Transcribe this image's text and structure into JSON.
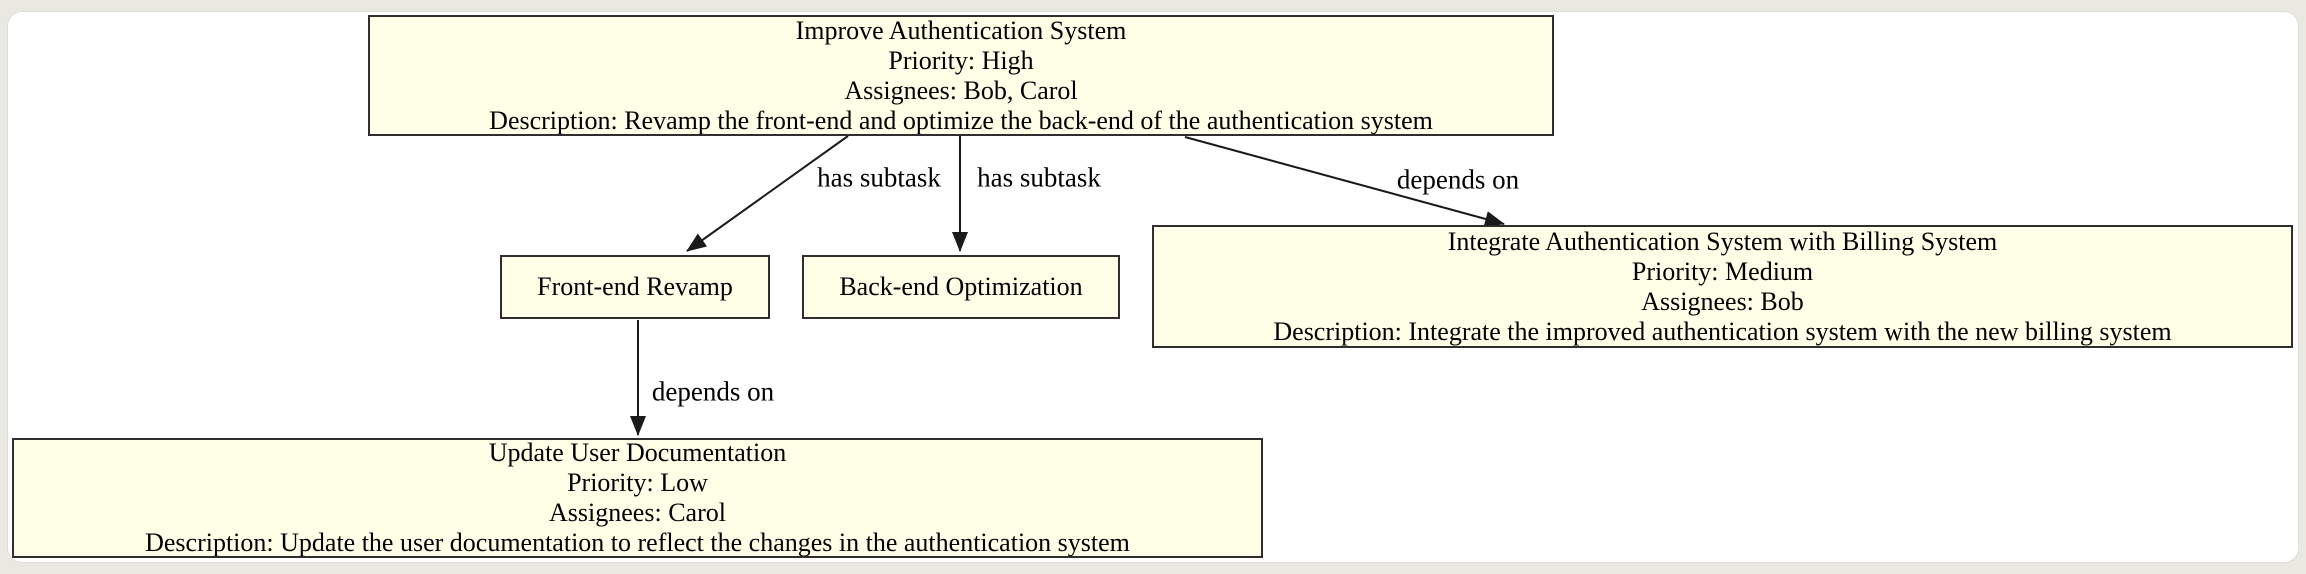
{
  "diagram": {
    "type": "task-dependency-graph",
    "colors": {
      "page_background": "#E9E9E1",
      "canvas_background": "#FFFFFF",
      "node_fill": "#FFFFE8",
      "node_border": "#2E2E2E",
      "edge_stroke": "#1A1A1A",
      "text": "#000000"
    },
    "nodes": [
      {
        "id": "improve-auth",
        "lines": [
          "Improve Authentication System",
          "Priority: High",
          "Assignees: Bob, Carol",
          "Description: Revamp the front-end and optimize the back-end of the authentication system"
        ]
      },
      {
        "id": "frontend-revamp",
        "lines": [
          "Front-end Revamp"
        ]
      },
      {
        "id": "backend-optimization",
        "lines": [
          "Back-end Optimization"
        ]
      },
      {
        "id": "integrate-billing",
        "lines": [
          "Integrate Authentication System with Billing System",
          "Priority: Medium",
          "Assignees: Bob",
          "Description: Integrate the improved authentication system with the new billing system"
        ]
      },
      {
        "id": "update-docs",
        "lines": [
          "Update User Documentation",
          "Priority: Low",
          "Assignees: Carol",
          "Description: Update the user documentation to reflect the changes in the authentication system"
        ]
      }
    ],
    "edges": [
      {
        "from": "improve-auth",
        "to": "frontend-revamp",
        "label": "has subtask"
      },
      {
        "from": "improve-auth",
        "to": "backend-optimization",
        "label": "has subtask"
      },
      {
        "from": "improve-auth",
        "to": "integrate-billing",
        "label": "depends on"
      },
      {
        "from": "frontend-revamp",
        "to": "update-docs",
        "label": "depends on"
      }
    ]
  }
}
